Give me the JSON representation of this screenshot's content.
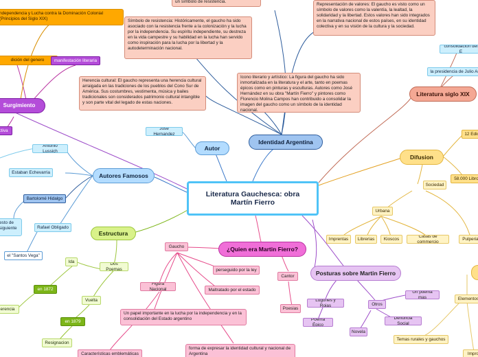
{
  "map": {
    "root": "Literatura Gauchesca: obra Martín Fierro",
    "identidad": {
      "title": "Identidad Argentina",
      "resistencia_small": "un símbolo de resistencia.",
      "resistencia": "Símbolo de resistencia: Históricamente, el gaucho ha sido asociado con la resistencia frente a la colonización y la lucha por la independencia. Su espíritu independiente, su destreza en la vida campestre y su habilidad en la lucha han servido como inspiración para la lucha por la libertad y la autodeterminación nacional.",
      "valores": "Representación de valores: El gaucho es visto como un símbolo de valores como la valentía, la lealtad, la solidaridad y la libertad. Estos valores han sido integrados en la narrativa nacional de estos países, en su identidad colectiva y en su visión de la cultura y la sociedad.",
      "herencia": "Herencia cultural: El gaucho representa una herencia cultural arraigada en las tradiciones de los pueblos del Cono Sur de América. Sus costumbres, vestimenta, música y bailes tradicionales son considerados patrimonio cultural intangible y son parte vital del legado de estas naciones.",
      "icono": "Icono literario y artístico: La figura del gaucho ha sido inmortalizada en la literatura y el arte, tanto en poemas épicos como en pinturas y esculturas. Autores como José Hernández en su obra \"Martín Fierro\" y pintores como Florencio Molina Campos han contribuido a consolidar la imagen del gaucho como un símbolo de la identidad nacional."
    },
    "surgimiento": {
      "title": "Surgimiento",
      "independencia": "ndependencia y Lucha contra la Dominación Colonial (Principios del Siglo XIX)",
      "genero": "dición del genero",
      "manifestacion": "manifestación literaria",
      "partial": "ctiva"
    },
    "autor": {
      "title": "Autor",
      "nombre": "José Hernandez"
    },
    "autores": {
      "title": "Autores Famosos",
      "items": [
        "Antonio Lussich",
        "Estaban Echevarria",
        "Bartolomé Hidalgo",
        "Rafael Obligado"
      ],
      "fausto": "esto de siguiente",
      "santos": "el \"Santos Vega\""
    },
    "estructura": {
      "title": "Estructura",
      "dos_poemas": "Dos Poemas",
      "ida": "Ida",
      "ida_year": "en 1872",
      "vuelta": "Vuelta",
      "vuelta_year": "en 1879",
      "indiferencia": "erencia",
      "resignacion": "Resignacion"
    },
    "quien": {
      "title": "¿Quien era Martin Fierro?",
      "gaucho": "Gaucho",
      "perseguido": "perseguido por la ley",
      "maltratado": "Maltratado por el estado",
      "figura": "Figura Nacional",
      "papel": "Un papel importante en la lucha por la independencia y en la consolidación del Estado argentino",
      "caracteristicas": "Características emblemáticas",
      "forma": "forma de expresar la identidad cultural y nacional de Argentina",
      "cantor": "Cantor",
      "poesias": "Poesias"
    },
    "posturas": {
      "title": "Posturas sobre Martin Fierro",
      "lugones": "Lugones y Rojas",
      "poema_epico": "Poema Épico",
      "otros": "Otros",
      "un_poema_mas": "Un poema mas",
      "denuncia": "Denuncia Social",
      "novela": "Novela"
    },
    "difusion": {
      "title": "Difusion",
      "ediciones": "12 Edic",
      "libros": "58.000 Libro",
      "sociedad": "Sociedad",
      "urbana": "Urbana",
      "lugares": [
        "Imprentas",
        "Librerias",
        "Kioscos",
        "Casas de commercio"
      ],
      "pulperias": "Pulperia",
      "elementos": "Elementos",
      "temas": "Temas rurales y gauchos",
      "impro": "Impro"
    },
    "siglo": {
      "title": "Literatura siglo XIX",
      "consolidacion": "consolidación del E",
      "presidencia": "la presidencia de Julio Ar"
    }
  }
}
